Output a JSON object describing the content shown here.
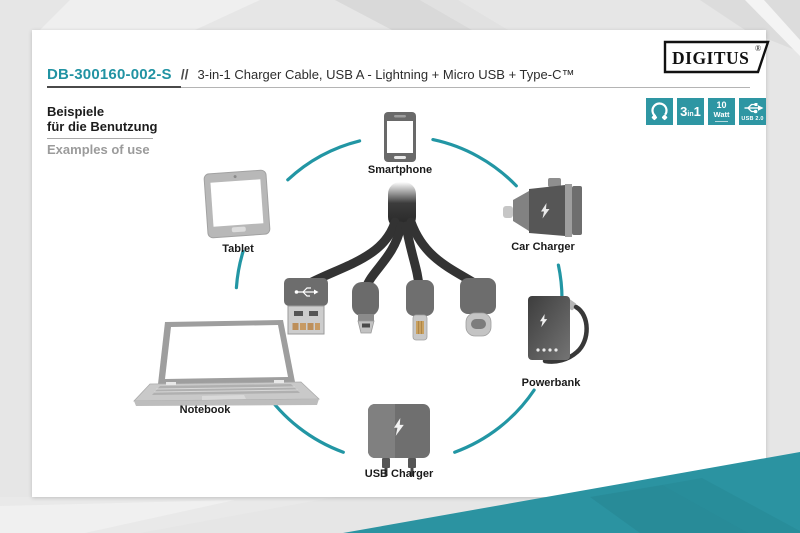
{
  "header": {
    "product_code": "DB-300160-002-S",
    "separator": "//",
    "title": "3-in-1 Charger Cable, USB A - Lightning + Micro USB + Type-C™"
  },
  "brand": {
    "name": "DIGITUS",
    "reg": "®"
  },
  "intro": {
    "heading_de_line1": "Beispiele",
    "heading_de_line2": "für die Benutzung",
    "heading_en": "Examples of use"
  },
  "feature_badges": {
    "cable_loop": {
      "icon": "charging-cable-loop-icon"
    },
    "three_in_one": {
      "big1": "3",
      "small": "in",
      "big2": "1"
    },
    "watt": {
      "value": "10",
      "unit": "Watt"
    },
    "usb": {
      "icon": "usb-trident-icon",
      "label": "USB 2.0"
    }
  },
  "devices": {
    "smartphone": {
      "label": "Smartphone",
      "icon": "smartphone-icon"
    },
    "car_charger": {
      "label": "Car Charger",
      "icon": "car-charger-icon"
    },
    "powerbank": {
      "label": "Powerbank",
      "icon": "powerbank-icon"
    },
    "usb_charger": {
      "label": "USB Charger",
      "icon": "usb-wall-charger-icon"
    },
    "notebook": {
      "label": "Notebook",
      "icon": "notebook-icon"
    },
    "tablet": {
      "label": "Tablet",
      "icon": "tablet-icon"
    }
  },
  "colors": {
    "accent_teal": "#2E96A3",
    "arc_teal": "#2296A4",
    "wedge_teal": "#2B93A1",
    "product_code_teal": "#2193A3"
  }
}
